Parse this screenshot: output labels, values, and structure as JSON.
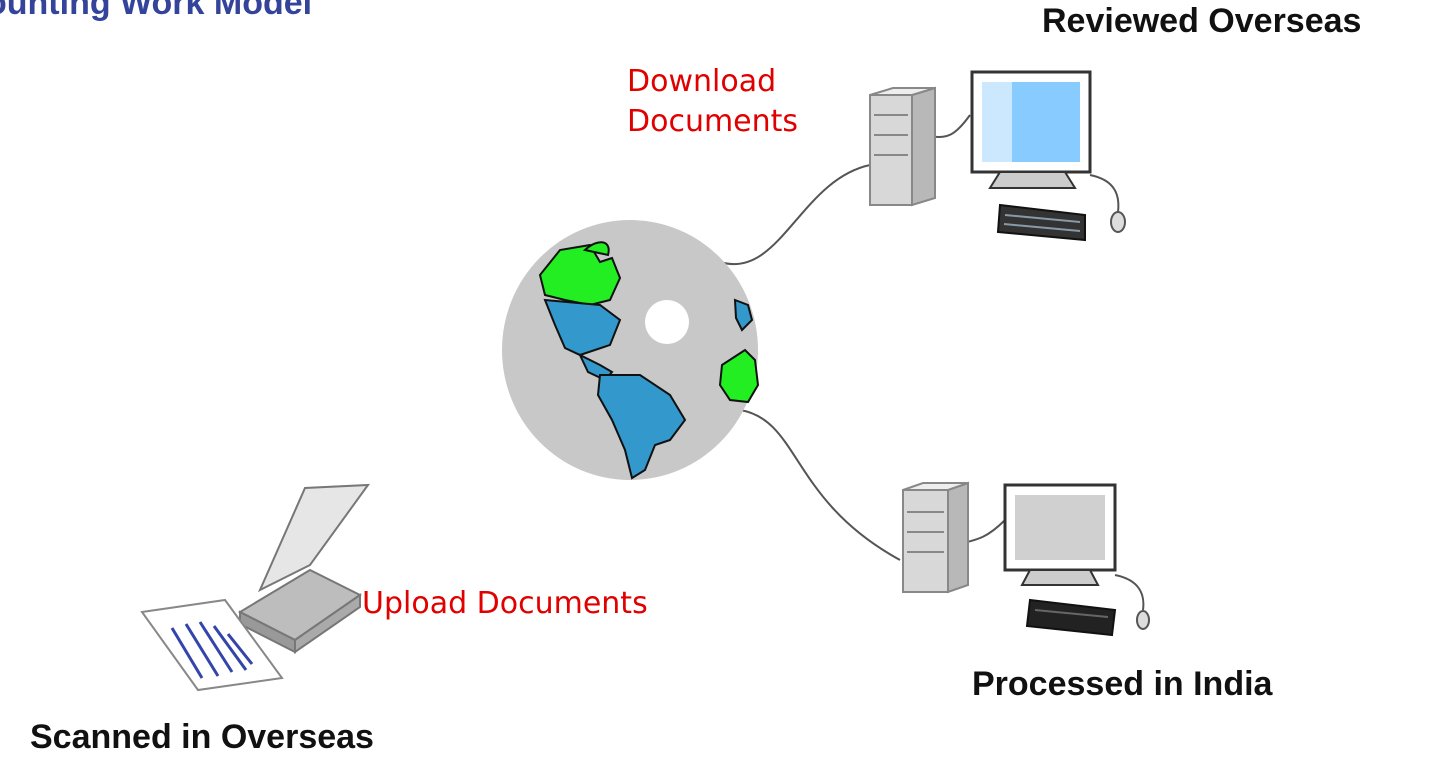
{
  "title": "ounting Work Model",
  "labels": {
    "reviewed": "Reviewed Overseas",
    "processed": "Processed in India",
    "scanned": "Scanned in Overseas",
    "download_line1": "Download",
    "download_line2": "Documents",
    "upload": "Upload Documents"
  },
  "icons": [
    "globe-icon",
    "server-tower-icon",
    "monitor-icon",
    "keyboard-icon",
    "mouse-icon",
    "scanner-icon",
    "document-icon"
  ],
  "colors": {
    "title": "#33449a",
    "action_text": "#e00000",
    "globe_ocean": "#c8c8c8",
    "land_green": "#22ee22",
    "land_blue": "#3399cc",
    "screen_blue": "#88ccff"
  }
}
